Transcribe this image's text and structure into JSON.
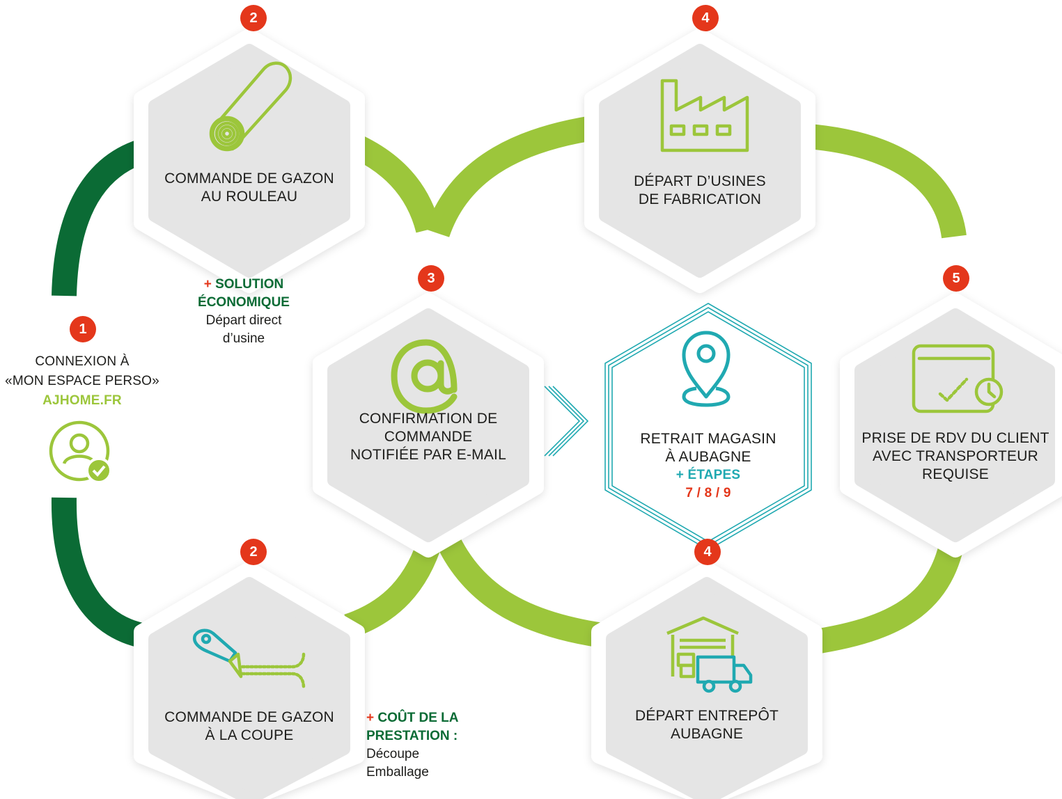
{
  "colors": {
    "dark_green": "#0b6b35",
    "light_green": "#9cc63b",
    "red": "#e4371b",
    "teal": "#20a9b1",
    "hex_fill": "#e5e5e5",
    "text": "#1d1d1b"
  },
  "step1": {
    "badge": "1",
    "line1": "CONNEXION À",
    "line2": "«MON ESPACE PERSO»",
    "site": "AJHOME.FR",
    "icon": "user-check-icon"
  },
  "step2_roll": {
    "badge": "2",
    "line1": "COMMANDE DE GAZON",
    "line2": "AU ROULEAU",
    "icon": "turf-roll-icon",
    "note": {
      "plus": "+",
      "head1": "SOLUTION",
      "head2": "ÉCONOMIQUE",
      "body1": "Départ direct",
      "body2": "d’usine"
    }
  },
  "step2_cut": {
    "badge": "2",
    "line1": "COMMANDE DE GAZON",
    "line2": "À LA COUPE",
    "icon": "cutter-icon",
    "note": {
      "plus": "+",
      "head1": "COÛT DE LA",
      "head2": "PRESTATION :",
      "body1": "Découpe",
      "body2": "Emballage"
    }
  },
  "step3": {
    "badge": "3",
    "line1": "CONFIRMATION DE",
    "line2": "COMMANDE",
    "line3": "NOTIFIÉE PAR E-MAIL",
    "icon": "at-sign-icon"
  },
  "step4_factory": {
    "badge": "4",
    "line1": "DÉPART D’USINES",
    "line2": "DE FABRICATION",
    "icon": "factory-icon"
  },
  "step4_warehouse": {
    "badge": "4",
    "line1": "DÉPART ENTREPÔT",
    "line2": "AUBAGNE",
    "icon": "warehouse-truck-icon"
  },
  "pickup": {
    "line1": "RETRAIT MAGASIN",
    "line2": "À AUBAGNE",
    "extra": "+ ÉTAPES",
    "steps": "7 / 8 / 9",
    "icon": "map-pin-icon"
  },
  "step5": {
    "badge": "5",
    "line1": "PRISE DE RDV DU CLIENT",
    "line2": "AVEC TRANSPORTEUR",
    "line3": "REQUISE",
    "icon": "calendar-clock-icon"
  }
}
